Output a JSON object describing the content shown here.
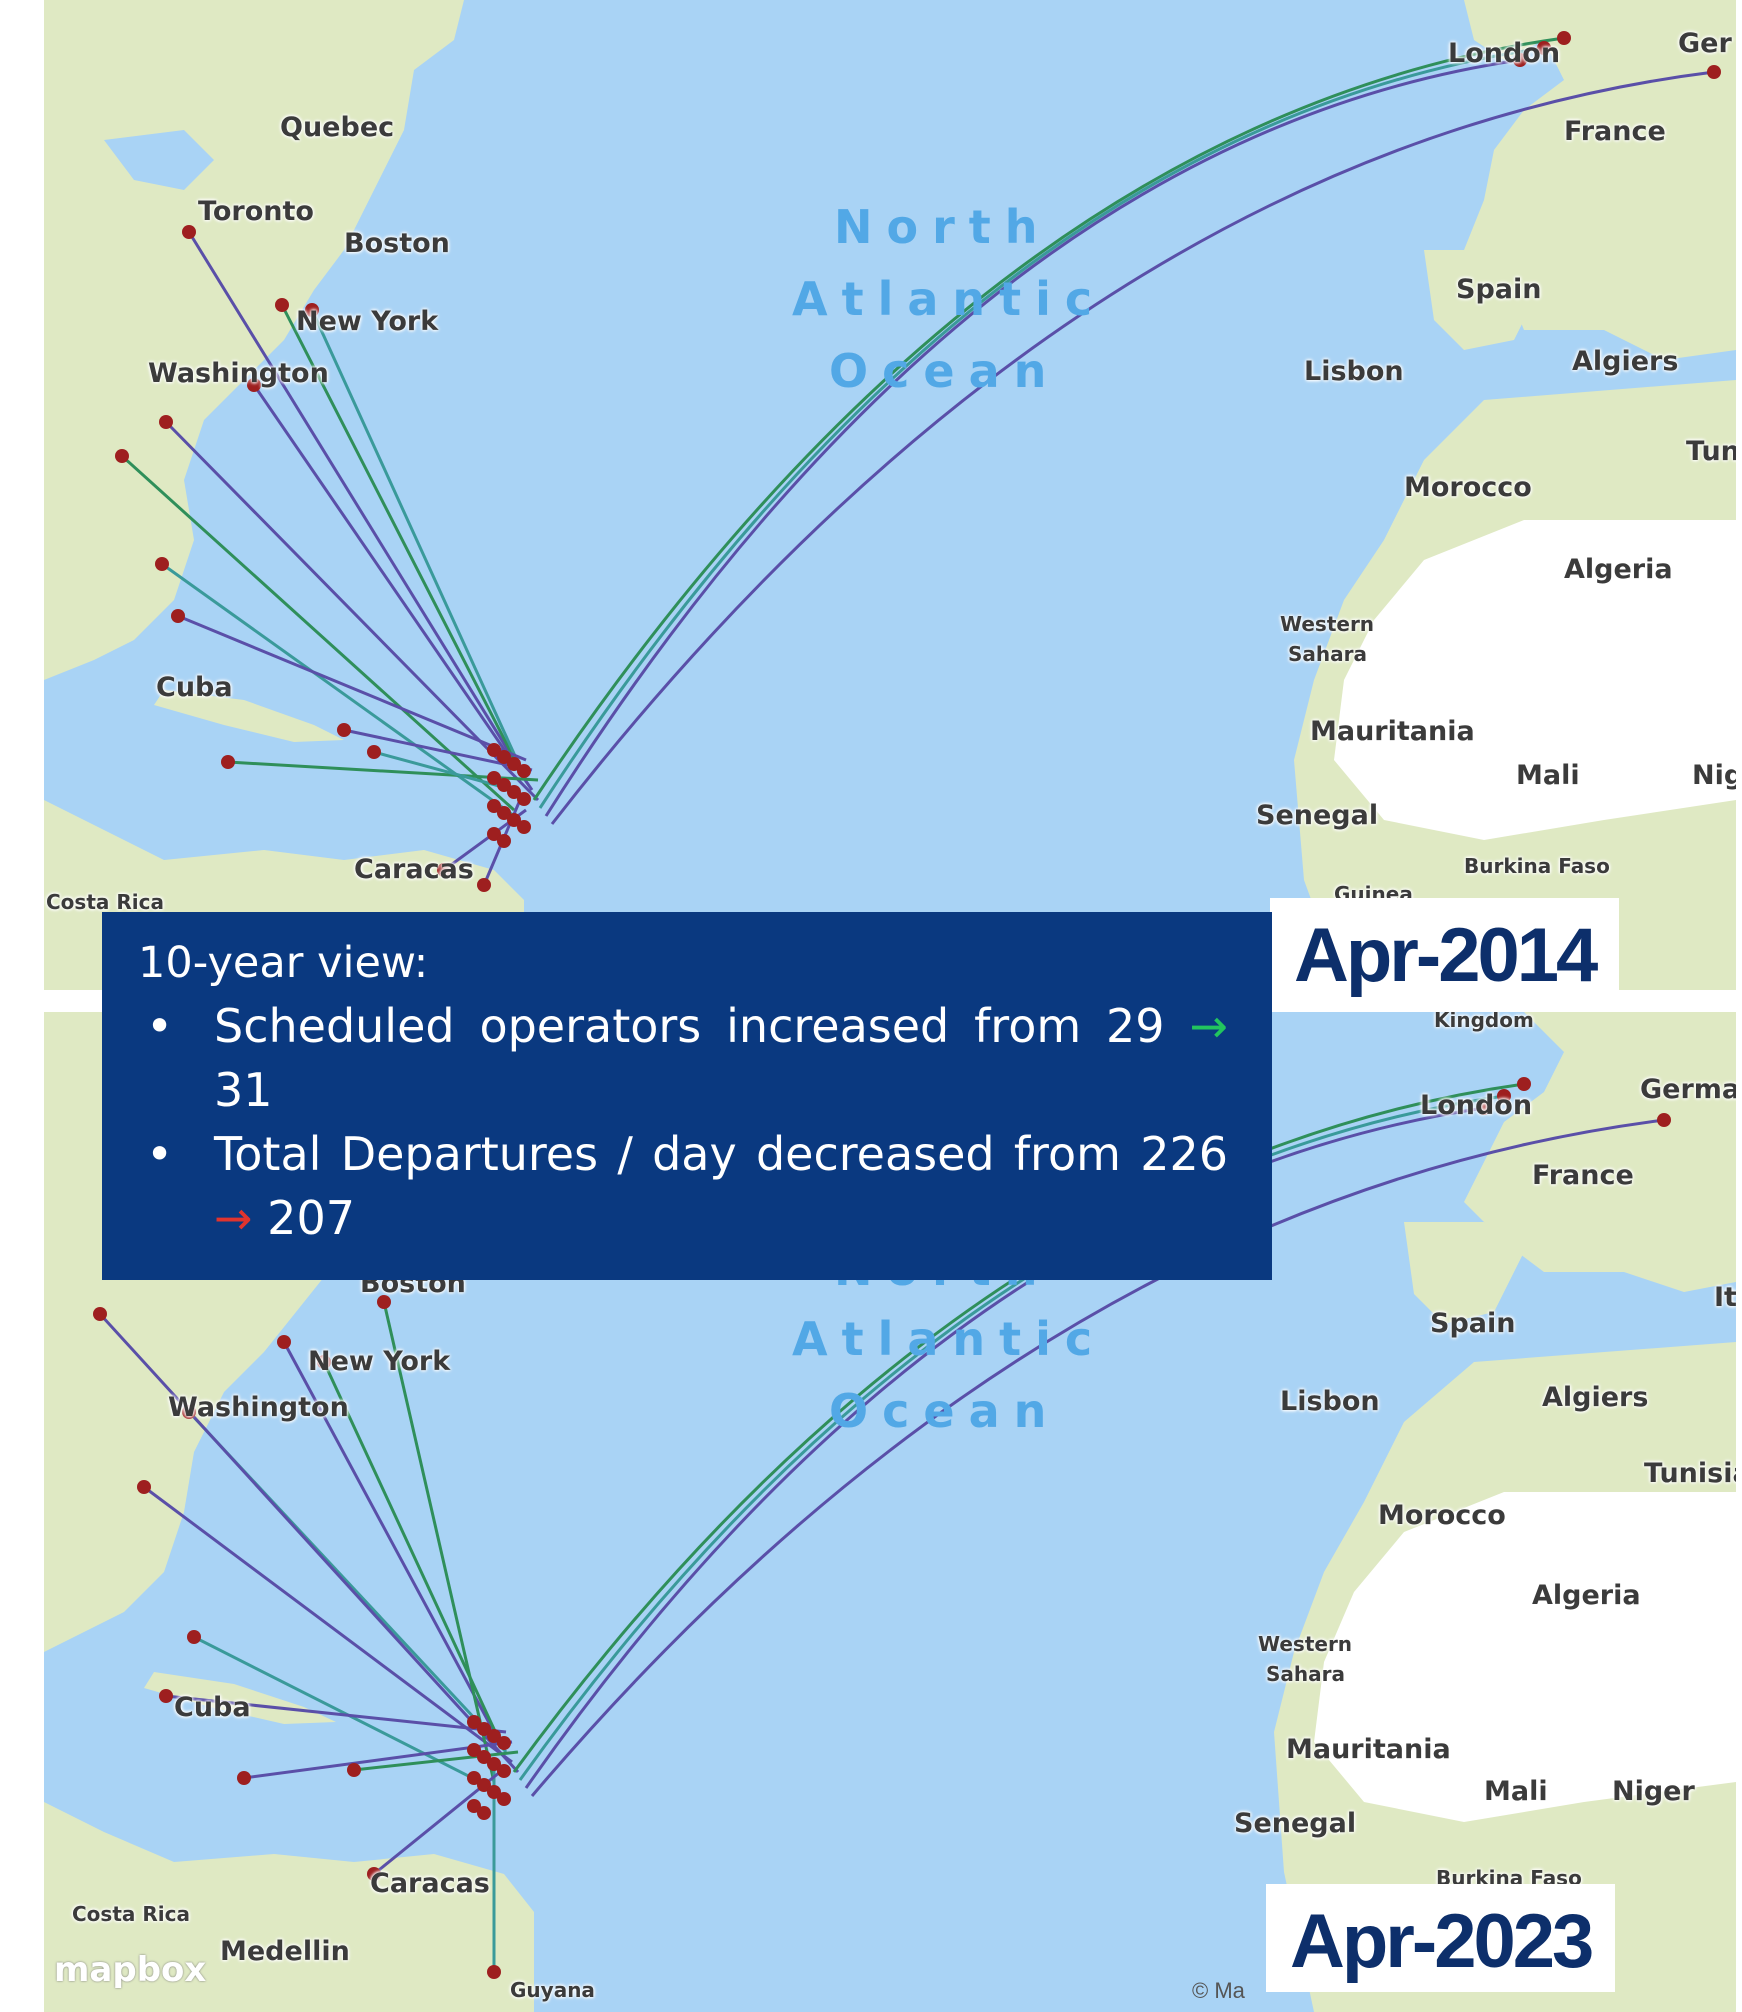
{
  "info_box": {
    "title": "10-year view:",
    "bullets": [
      {
        "text": "Scheduled operators increased from 29",
        "arrow": "→",
        "value": "31"
      },
      {
        "text": "Total Departures / day decreased from",
        "from": "226",
        "arrow": "→",
        "value": "207"
      }
    ],
    "colors": {
      "background": "#0a3980",
      "increase_arrow": "#22c55e",
      "decrease_arrow": "#e0342e"
    }
  },
  "panels": [
    {
      "year_label": "Apr-2014",
      "ocean_label": [
        "North",
        "Atlantic",
        "Ocean"
      ],
      "places": [
        "Quebec",
        "Toronto",
        "Boston",
        "New York",
        "Washington",
        "Cuba",
        "Caracas",
        "Costa Rica",
        "London",
        "France",
        "Spain",
        "Lisbon",
        "Algiers",
        "Morocco",
        "Algeria",
        "Western",
        "Sahara",
        "Mauritania",
        "Mali",
        "Senegal",
        "Burkina Faso",
        "Guinea",
        "Tun",
        "Nig",
        "Ger"
      ]
    },
    {
      "year_label": "Apr-2023",
      "ocean_label": [
        "North",
        "Atlantic",
        "Ocean"
      ],
      "places": [
        "Kingdom",
        "London",
        "Germa",
        "France",
        "Spain",
        "Lisbon",
        "Algiers",
        "Tunisia",
        "Morocco",
        "Algeria",
        "Western",
        "Sahara",
        "Mauritania",
        "Mali",
        "Niger",
        "Senegal",
        "Burkina Faso",
        "Boston",
        "New York",
        "Washington",
        "Cuba",
        "Caracas",
        "Costa Rica",
        "Medellin",
        "Guyana",
        "It"
      ]
    }
  ],
  "map_footer": {
    "logo": "mapbox",
    "attribution": "© Ma"
  },
  "map_colors": {
    "water": "#a9d3f5",
    "land": "#dfe9c3",
    "desert": "#ffffff",
    "route_purple": "#5a4fa8",
    "route_green": "#2f8f5a",
    "route_teal": "#3a9a9a",
    "airport": "#9e1f1f"
  }
}
